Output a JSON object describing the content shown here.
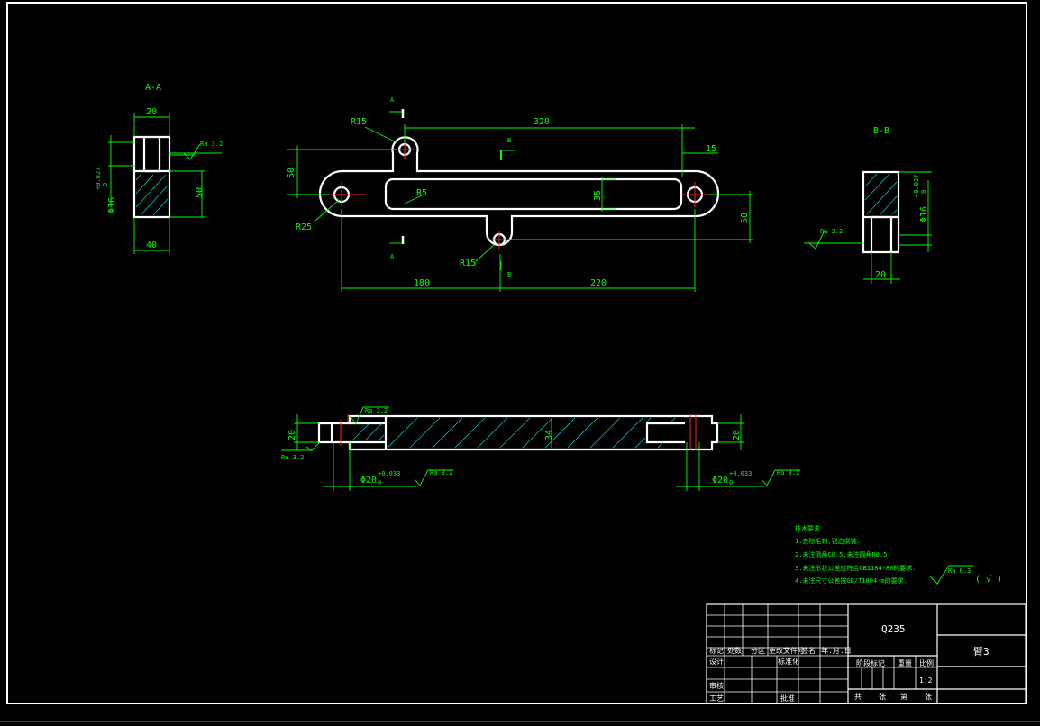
{
  "views": {
    "section_aa": {
      "title": "A-A",
      "dim_top": "20",
      "dim_height": "50",
      "dim_bottom": "40",
      "tol_dia": "Φ16",
      "tol_up": "+0.027",
      "tol_low": "0",
      "ra": "Ra 3.2"
    },
    "section_bb": {
      "title": "B-B",
      "dim_bottom": "20",
      "tol_dia": "Φ16",
      "tol_up": "+0.027",
      "tol_low": "0",
      "ra": "Ra 3.2"
    },
    "front": {
      "cut_a_top": "A",
      "cut_a_bottom": "A",
      "cut_b_top": "B",
      "cut_b_bottom": "B",
      "dim_320": "320",
      "dim_15": "15",
      "dim_50_left": "50",
      "dim_50_right": "50",
      "dim_35": "35",
      "dim_180": "180",
      "dim_220": "220",
      "r15_top": "R15",
      "r15_bottom": "R15",
      "r25": "R25",
      "r5": "R5"
    },
    "section_long": {
      "dim_20_left": "20",
      "dim_20_right": "20",
      "dim_34": "34",
      "dia_left": "Φ20",
      "dia_right": "Φ20",
      "tol_up": "+0.033",
      "tol_low": "0",
      "ra_1": "Ra 3.2",
      "ra_2": "Ra 3.2",
      "ra_3": "Ra 3.2",
      "ra_4": "Ra 3.2"
    }
  },
  "notes": {
    "heading": "技术要求",
    "items": [
      "1.去除毛刺,锐边倒钝.",
      "2.未注倒角C0.5,未注圆角R0.5.",
      "3.未注形状公差应符合GB1184-80的要求.",
      "4.未注尺寸公差按GB/T1804-m的要求."
    ],
    "general_ra": "Ra 6.3",
    "general_sym": "( √ )"
  },
  "title_block": {
    "material": "Q235",
    "part_name": "臂3",
    "row_labels": [
      "标记",
      "处数",
      "分区",
      "更改文件号",
      "签名",
      "年.月.日"
    ],
    "design": "设计",
    "standardize": "标准化",
    "review": "审核",
    "process": "工艺",
    "approve": "批准",
    "stage_mark": "阶段标记",
    "weight": "重量",
    "scale_label": "比例",
    "scale": "1:2",
    "sheets": [
      "共",
      "张",
      "第",
      "张"
    ]
  },
  "colors": {
    "outline": "#ffffff",
    "dimension": "#00ff00",
    "hatch": "#00c8c8",
    "center": "#ff2020",
    "background": "#000000"
  }
}
